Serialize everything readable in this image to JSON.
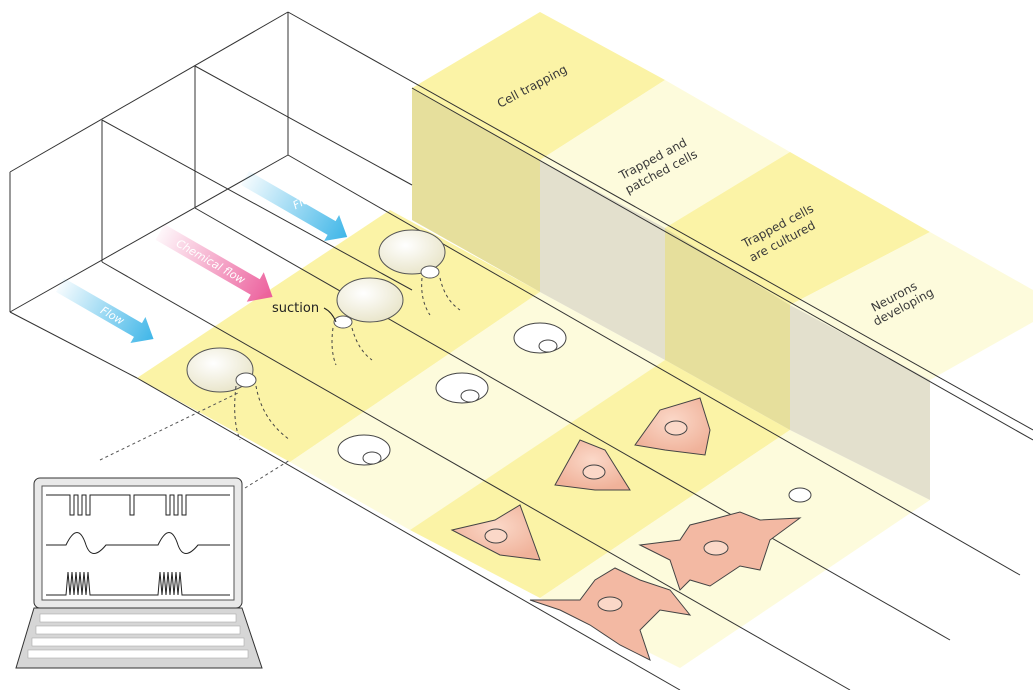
{
  "stage_labels": {
    "cell_trapping": "Cell trapping",
    "trapped_patched_1": "Trapped and",
    "trapped_patched_2": "patched cells",
    "cultured_1": "Trapped cells",
    "cultured_2": "are cultured",
    "neurons_1": "Neurons",
    "neurons_2": "developing"
  },
  "arrows": {
    "flow_top": "Flow",
    "chemical": "Chemical flow",
    "flow_bottom": "Flow"
  },
  "annotations": {
    "suction": "suction"
  },
  "colors": {
    "band_yellow": "#fbf3a6",
    "band_pale": "#fdfbdc",
    "wall_yellow": "#e6df9c",
    "wall_grey": "#e3e0cd",
    "flow_arrow": "#3fb6e8",
    "chemical_arrow": "#ec5d9b",
    "cell_pink": "#f3b9a3",
    "cell_pink_dark": "#e99b82"
  },
  "icons": [
    "laptop-icon",
    "microwell-icon",
    "cell-icon",
    "neuron-icon",
    "pipette-bubble-icon"
  ]
}
